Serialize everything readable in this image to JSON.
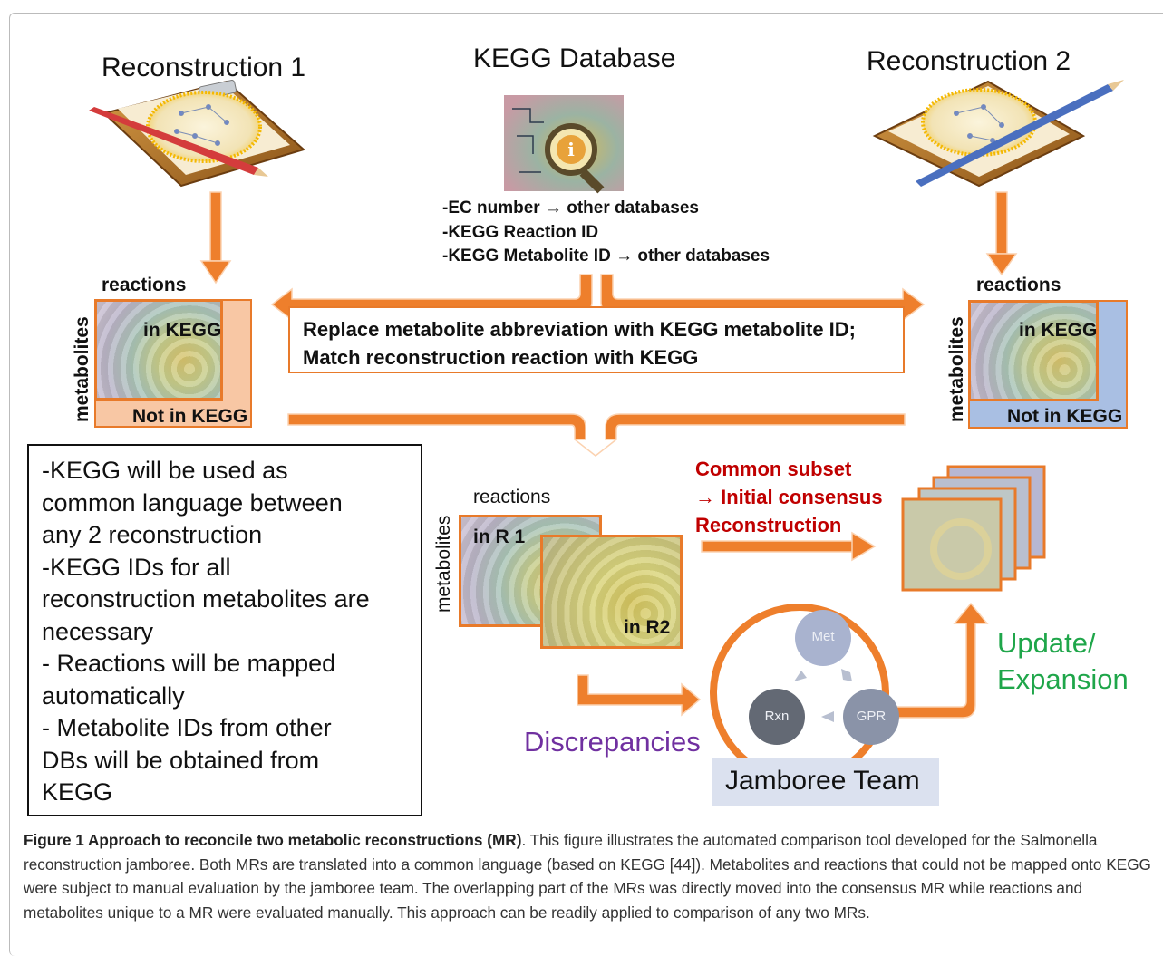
{
  "titles": {
    "recon1": "Reconstruction 1",
    "kegg": "KEGG Database",
    "recon2": "Reconstruction 2"
  },
  "kegg_lines": [
    "-EC number → other databases",
    "-KEGG Reaction ID",
    "-KEGG Metabolite ID → other databases"
  ],
  "left_matrix": {
    "reactions": "reactions",
    "metabolites": "metabolites",
    "in": "in KEGG",
    "not_in": "Not in KEGG"
  },
  "right_matrix": {
    "reactions": "reactions",
    "metabolites": "metabolites",
    "in": "in KEGG",
    "not_in": "Not in KEGG"
  },
  "replace_box": "Replace metabolite abbreviation with KEGG metabolite ID; Match reconstruction reaction with KEGG",
  "notes": [
    "-KEGG will be used as",
    "common language between",
    "any 2 reconstruction",
    "-KEGG IDs for all",
    "reconstruction  metabolites are",
    "necessary",
    "- Reactions will be mapped",
    "automatically",
    "- Metabolite IDs from other",
    "DBs will be obtained  from",
    "KEGG"
  ],
  "center_matrix": {
    "reactions": "reactions",
    "metabolites": "metabolites",
    "r1": "in R 1",
    "r2": "in R2"
  },
  "common": [
    "Common subset",
    "→ Initial consensus",
    "Reconstruction"
  ],
  "discrepancies": "Discrepancies",
  "update": [
    "Update/",
    "Expansion"
  ],
  "cycle": {
    "met": "Met",
    "gpr": "GPR",
    "rxn": "Rxn"
  },
  "team": "Jamboree Team",
  "caption": {
    "label": "Figure 1 Approach to reconcile two metabolic reconstructions (MR)",
    "text": ". This figure illustrates the automated comparison tool developed for the Salmonella reconstruction jamboree. Both MRs are translated into a common language (based on KEGG [44]). Metabolites and reactions that could not be mapped onto KEGG were subject to manual evaluation by the jamboree team. The overlapping part of the MRs was directly moved into the consensus MR while reactions and metabolites unique to a MR were evaluated manually. This approach can be readily applied to comparison of any two MRs."
  },
  "colors": {
    "orange": "#e87a2a",
    "red": "#c00000",
    "green": "#1fa64a",
    "purple": "#7030a0",
    "blue_fill": "#a9bfe3",
    "peach_fill": "#f8c7a4"
  }
}
